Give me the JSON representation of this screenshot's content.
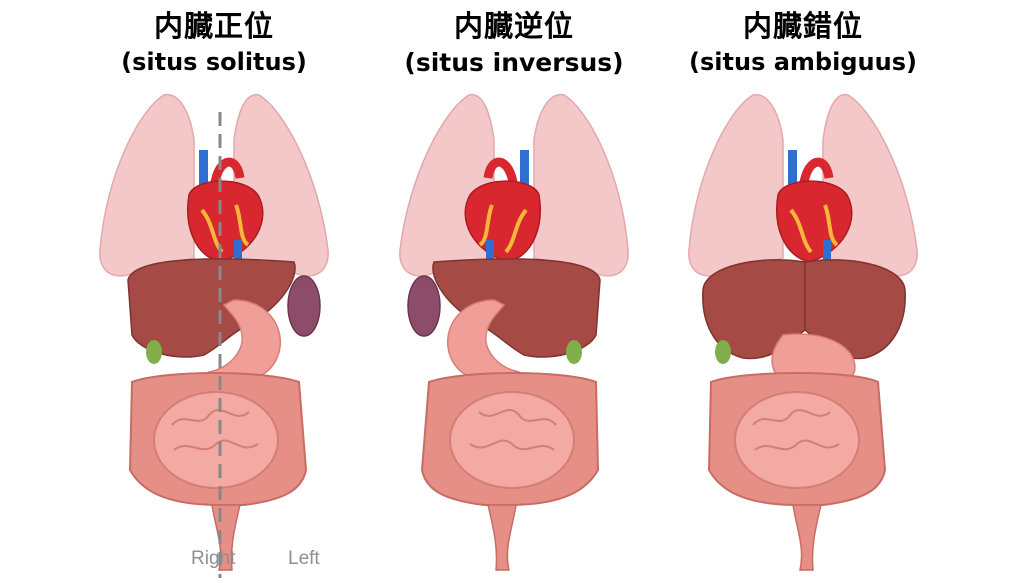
{
  "panels": [
    {
      "title_jp": "内臓正位",
      "title_en": "(situs solitus)"
    },
    {
      "title_jp": "内臓逆位",
      "title_en": "(situs inversus)"
    },
    {
      "title_jp": "内臓錯位",
      "title_en": "(situs ambiguus)"
    }
  ],
  "orientation": {
    "right_label": "Right",
    "left_label": "Left"
  },
  "colors": {
    "lung": "#f4c7c9",
    "liver": "#a54a45",
    "spleen": "#8c4c6a",
    "stomach": "#ef9f98",
    "intestine": "#e58f86",
    "heart": "#d8272f",
    "vein": "#2f6fd0",
    "gallbladder": "#7fae4b",
    "midline": "#888888"
  }
}
